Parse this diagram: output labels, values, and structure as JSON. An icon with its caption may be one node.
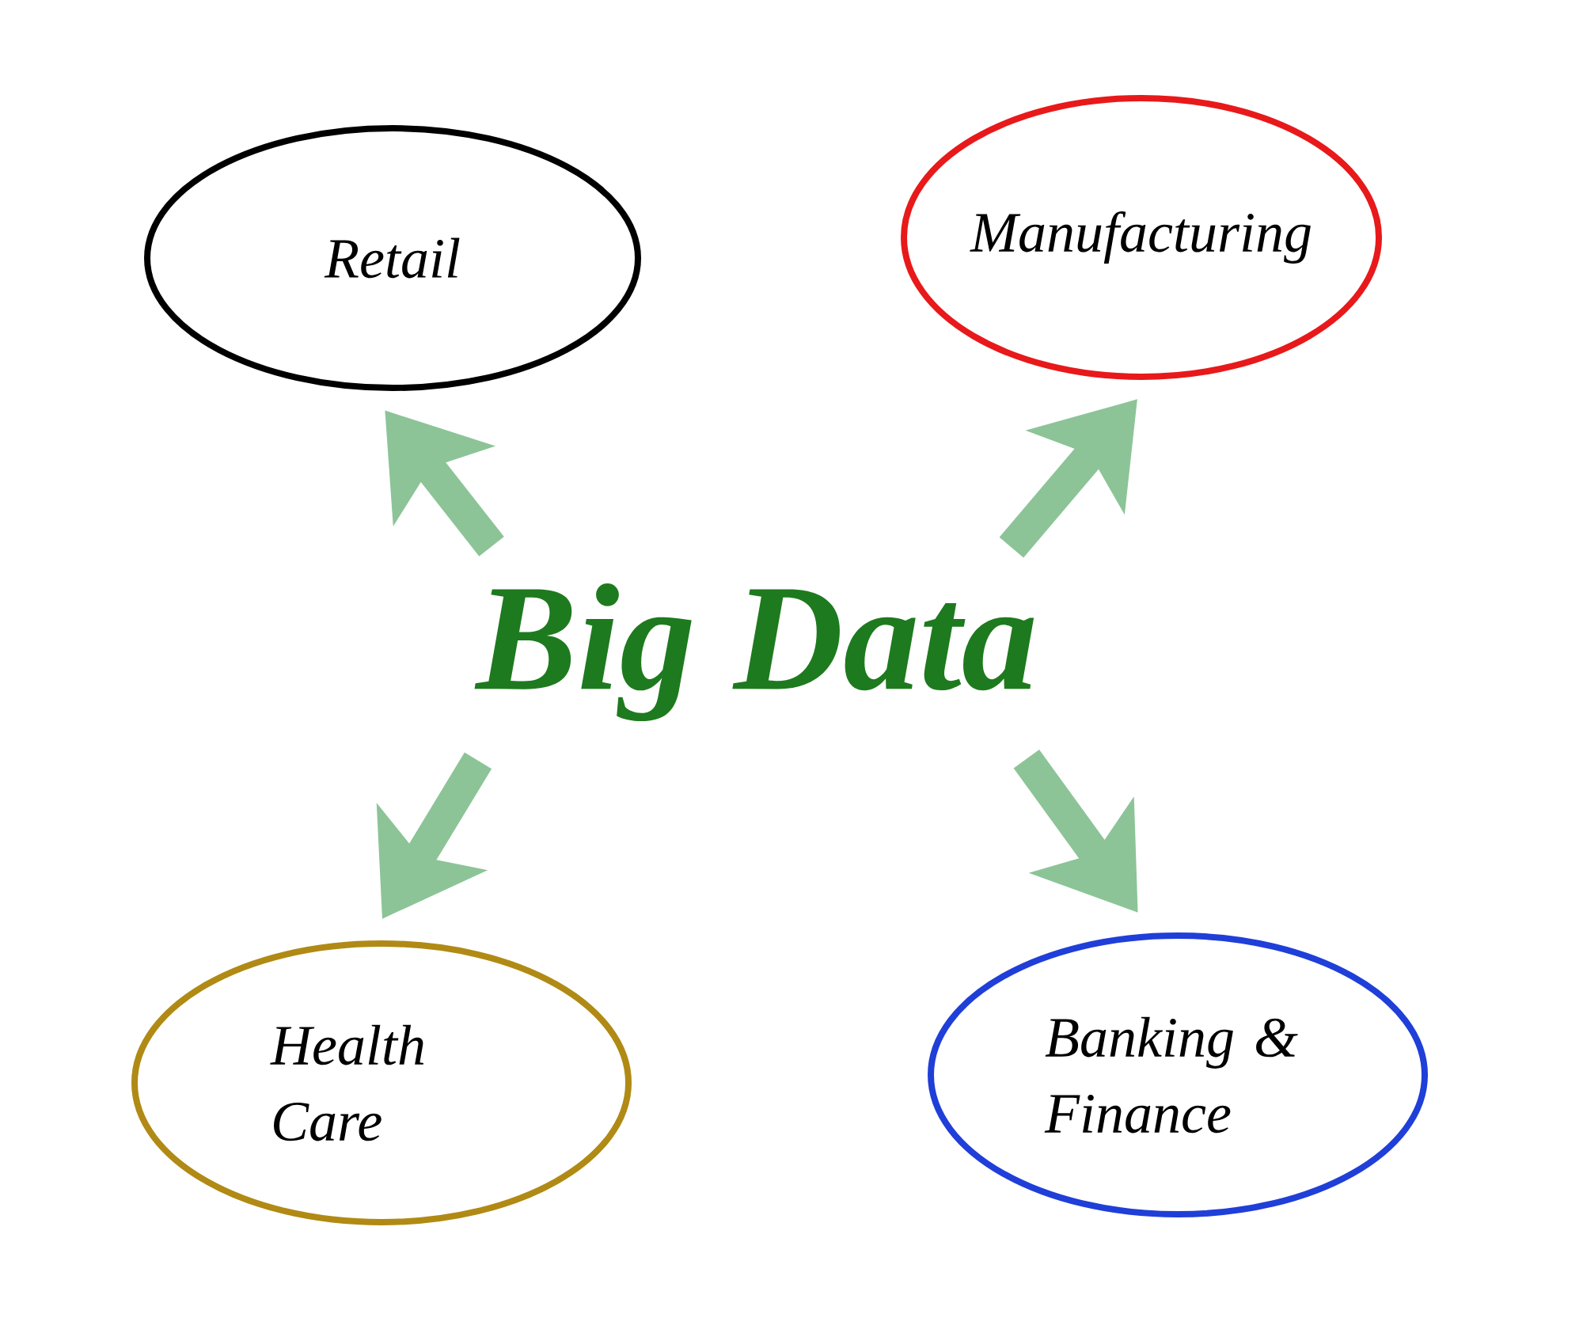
{
  "diagram": {
    "nodes": [
      {
        "text": [
          "Big Data"
        ]
      },
      {
        "text": [
          "Retail"
        ]
      },
      {
        "text": [
          "Manufacturing"
        ]
      },
      {
        "text": [
          "Health Care"
        ]
      },
      {
        "text": [
          "Banking & Finance"
        ]
      }
    ],
    "edges": [
      {
        "from": 0,
        "to": 1,
        "arrow": "to"
      },
      {
        "from": 0,
        "to": 2,
        "arrow": "to"
      },
      {
        "from": 0,
        "to": 3,
        "arrow": "to"
      },
      {
        "from": 0,
        "to": 4,
        "arrow": "to"
      }
    ]
  }
}
